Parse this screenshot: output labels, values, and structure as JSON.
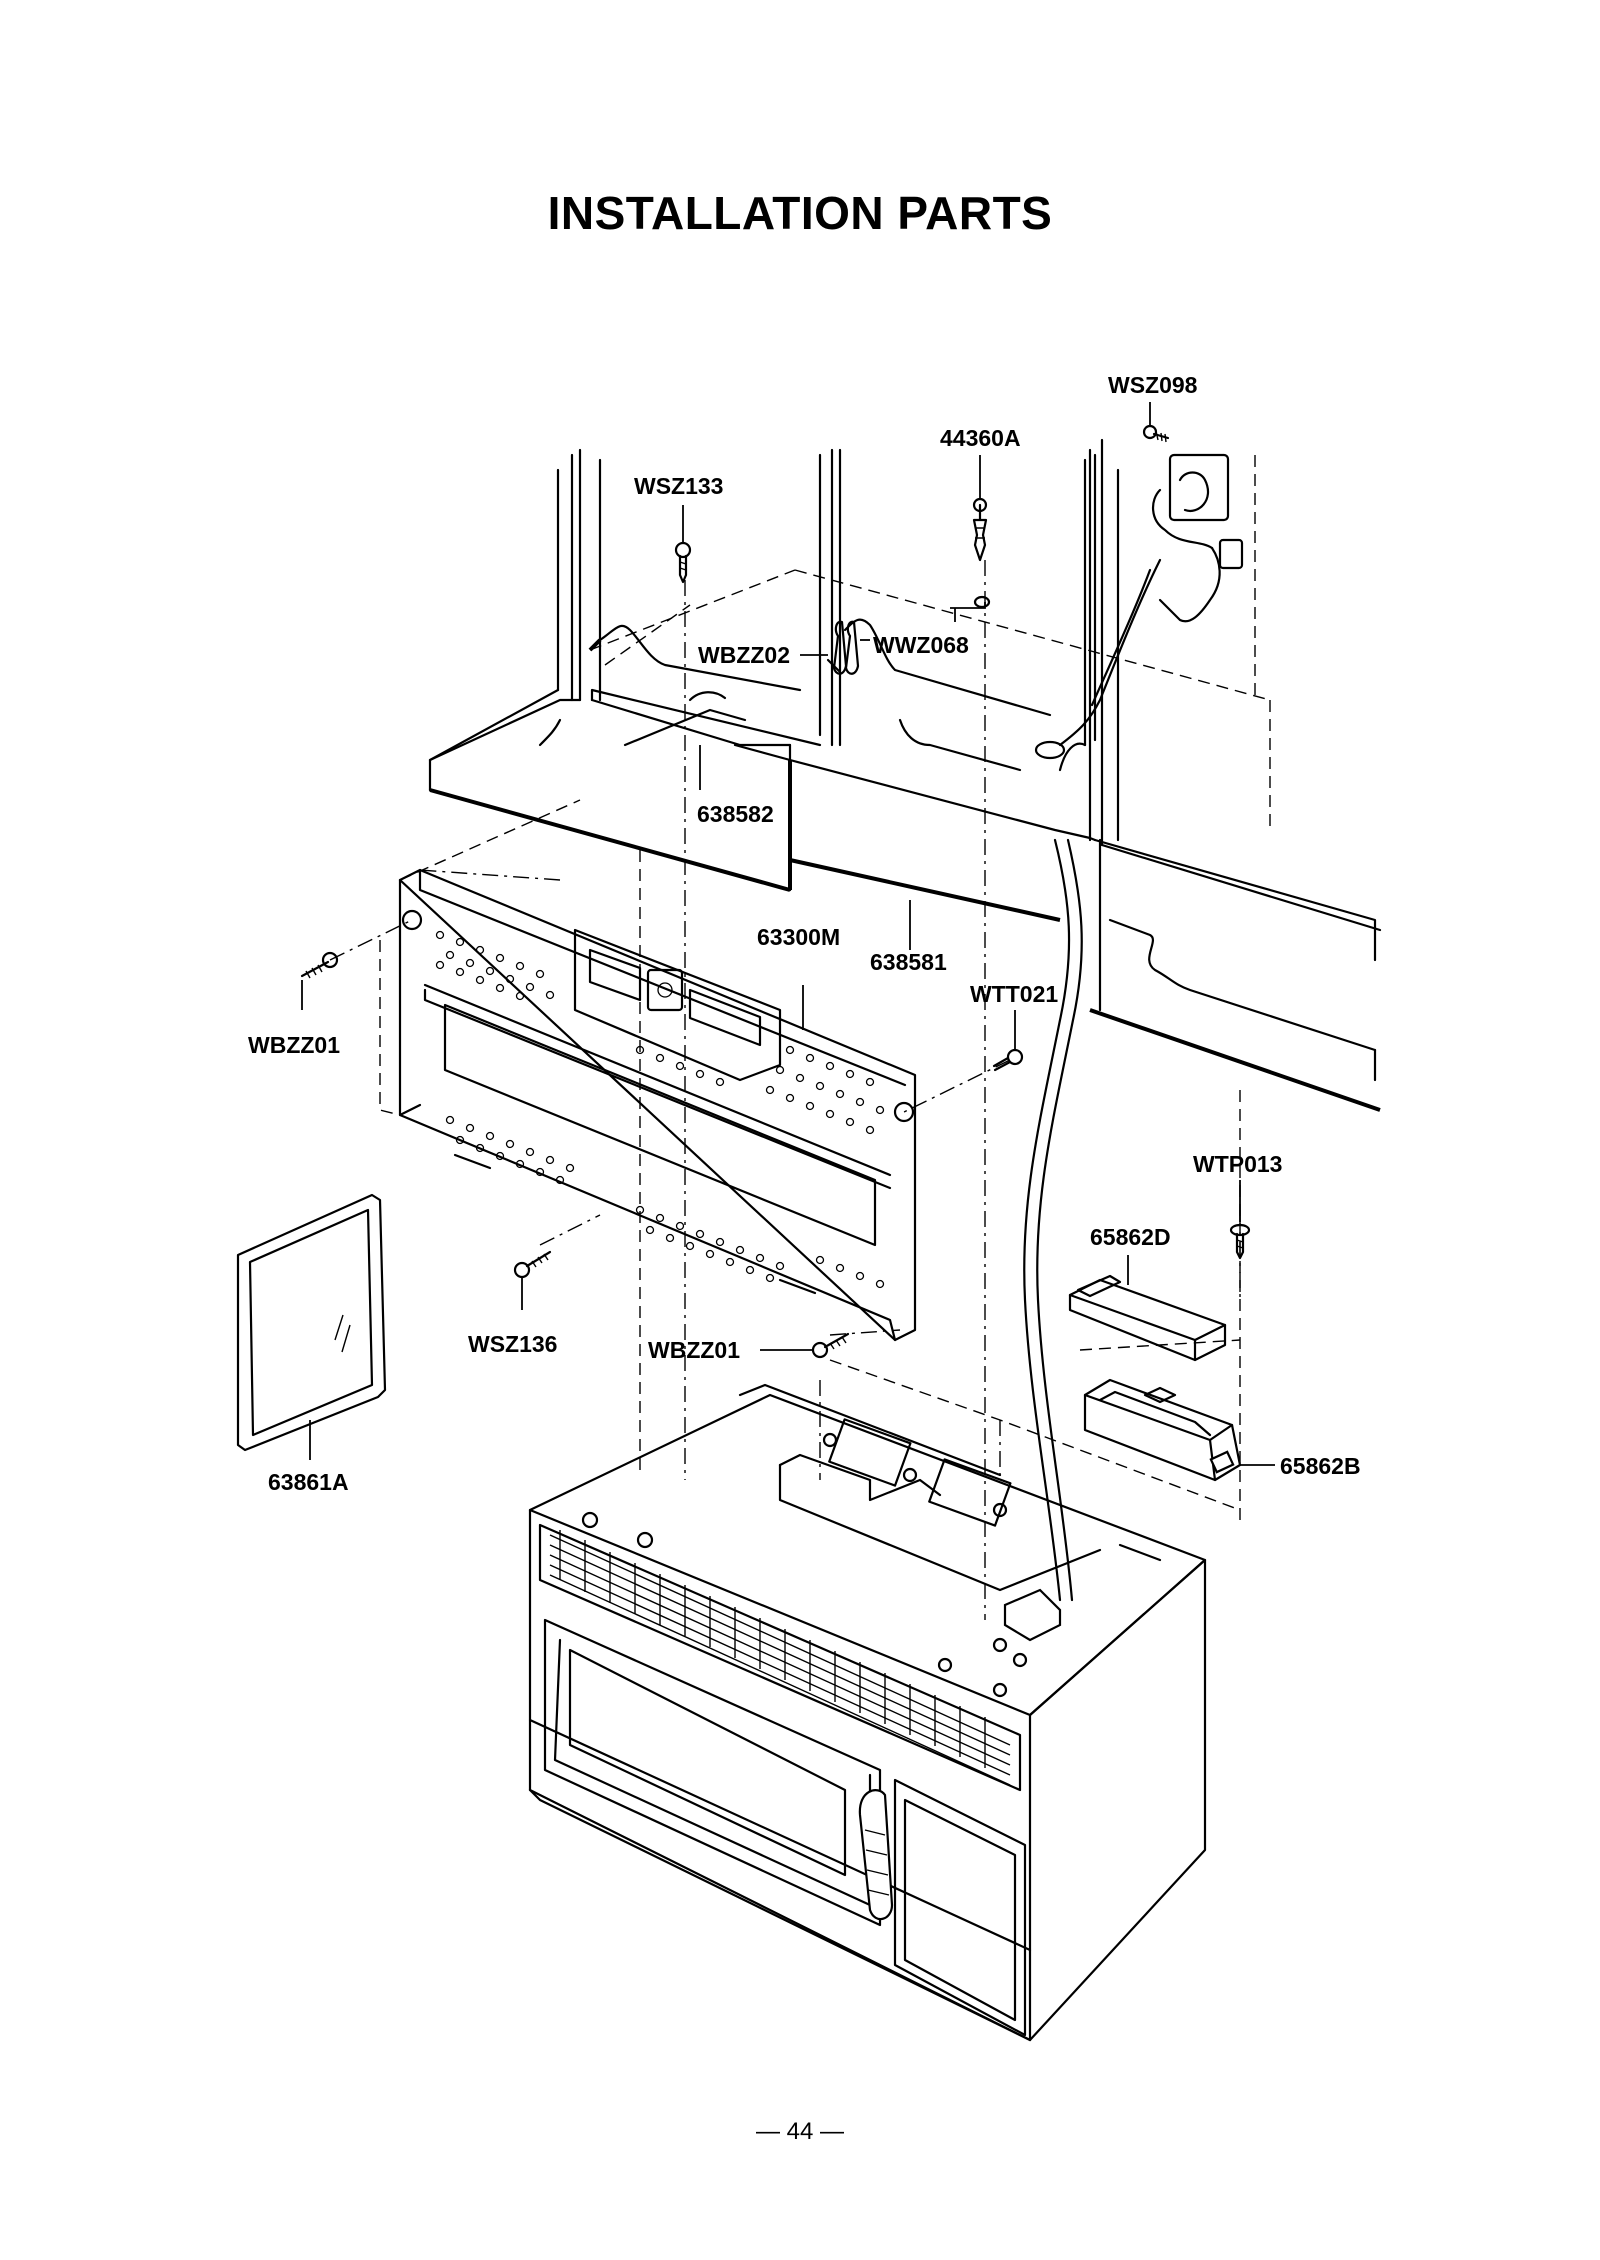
{
  "page": {
    "title": "INSTALLATION PARTS",
    "page_number": "— 44 —"
  },
  "labels": {
    "wsz098": "WSZ098",
    "p44360a": "44360A",
    "wsz133": "WSZ133",
    "wbzz02": "WBZZ02",
    "wwz068": "WWZ068",
    "p638582": "638582",
    "p63300m": "63300M",
    "p638581": "638581",
    "wtt021": "WTT021",
    "wbzz01_left": "WBZZ01",
    "wtp013": "WTP013",
    "p65862d": "65862D",
    "p63861a": "63861A",
    "wsz136": "WSZ136",
    "wbzz01_center": "WBZZ01",
    "p65862b": "65862B"
  }
}
